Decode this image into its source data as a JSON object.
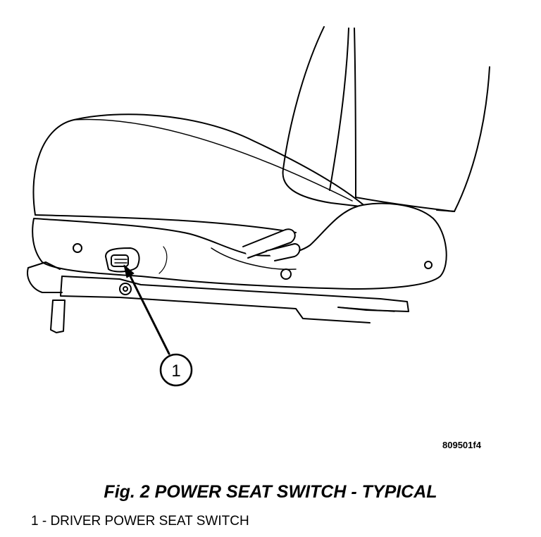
{
  "callout": {
    "number": "1"
  },
  "drawing_code": "809501f4",
  "figure": {
    "caption": "Fig. 2 POWER SEAT SWITCH - TYPICAL"
  },
  "legend": {
    "items": [
      {
        "text": "1 - DRIVER POWER SEAT SWITCH"
      }
    ]
  },
  "colors": {
    "line": "#000000",
    "fill": "#ffffff"
  }
}
